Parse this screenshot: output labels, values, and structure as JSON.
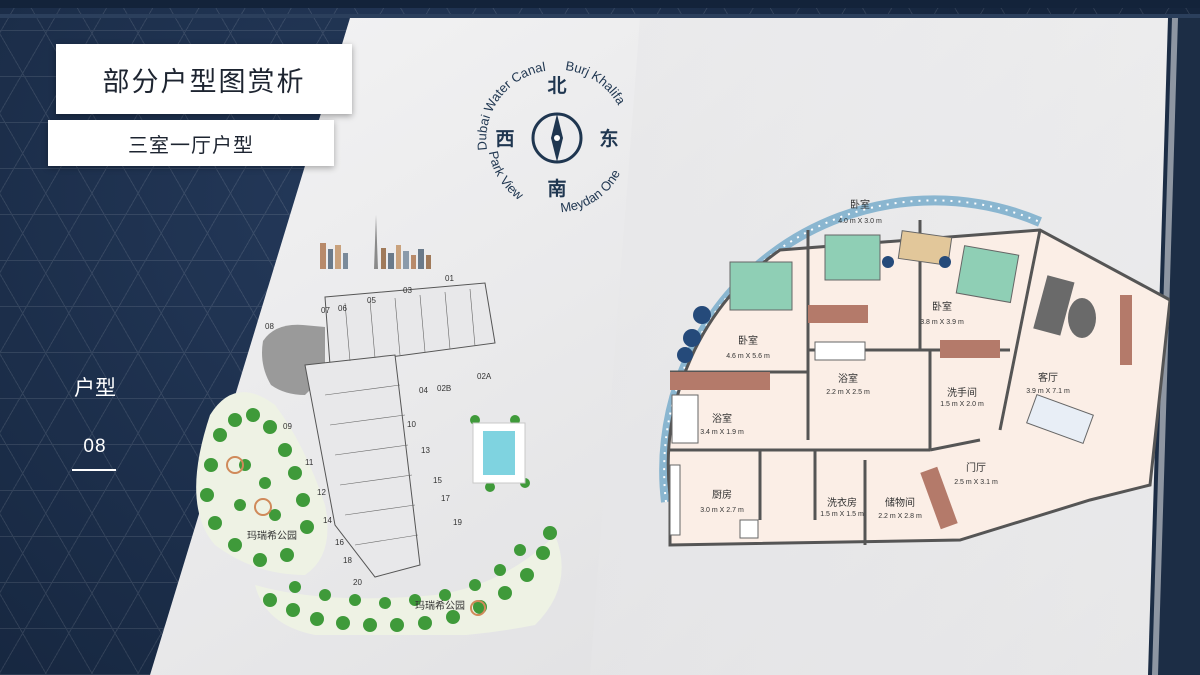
{
  "header": {
    "title": "部分户型图赏析",
    "subtitle": "三室一厅户型"
  },
  "side": {
    "label": "户型",
    "number": "08"
  },
  "compass": {
    "north": "北",
    "south": "南",
    "east": "东",
    "west": "西",
    "ring_top_left": "Dubai Water Canal",
    "ring_top_right": "Burj Khalifa",
    "ring_bottom_left": "Park View",
    "ring_bottom_right": "Meydan One"
  },
  "site_plan": {
    "unit_numbers": [
      "01",
      "02A",
      "02B",
      "03",
      "04",
      "05",
      "06",
      "07",
      "08",
      "09",
      "10",
      "11",
      "12",
      "13",
      "14",
      "15",
      "16",
      "17",
      "18",
      "19",
      "20"
    ],
    "park_1": "玛瑞希公园",
    "park_2": "玛瑞希公园"
  },
  "floor_plan": {
    "rooms": [
      {
        "name": "卧室",
        "size": "4.0 m X 3.0 m"
      },
      {
        "name": "卧室",
        "size": "4.6 m X 5.6 m"
      },
      {
        "name": "卧室",
        "size": "3.8 m X 3.9 m"
      },
      {
        "name": "浴室",
        "size": "2.2 m X 2.5 m"
      },
      {
        "name": "浴室",
        "size": "3.4 m X 1.9 m"
      },
      {
        "name": "洗手间",
        "size": "1.5 m X 2.0 m"
      },
      {
        "name": "客厅",
        "size": "3.9 m X 7.1 m"
      },
      {
        "name": "门厅",
        "size": "2.5 m X 3.1 m"
      },
      {
        "name": "厨房",
        "size": "3.0 m X 2.7 m"
      },
      {
        "name": "洗衣房",
        "size": "1.5 m X 1.5 m"
      },
      {
        "name": "储物间",
        "size": "2.2 m X 2.8 m"
      }
    ]
  },
  "colors": {
    "navy": "#1c2d45",
    "panel": "#e9e9ea",
    "floor": "#fbeee6",
    "bed": "#8fcfb5",
    "accent_brown": "#b47a6a",
    "compass": "#1f3650",
    "tree": "#3f9a3a"
  }
}
